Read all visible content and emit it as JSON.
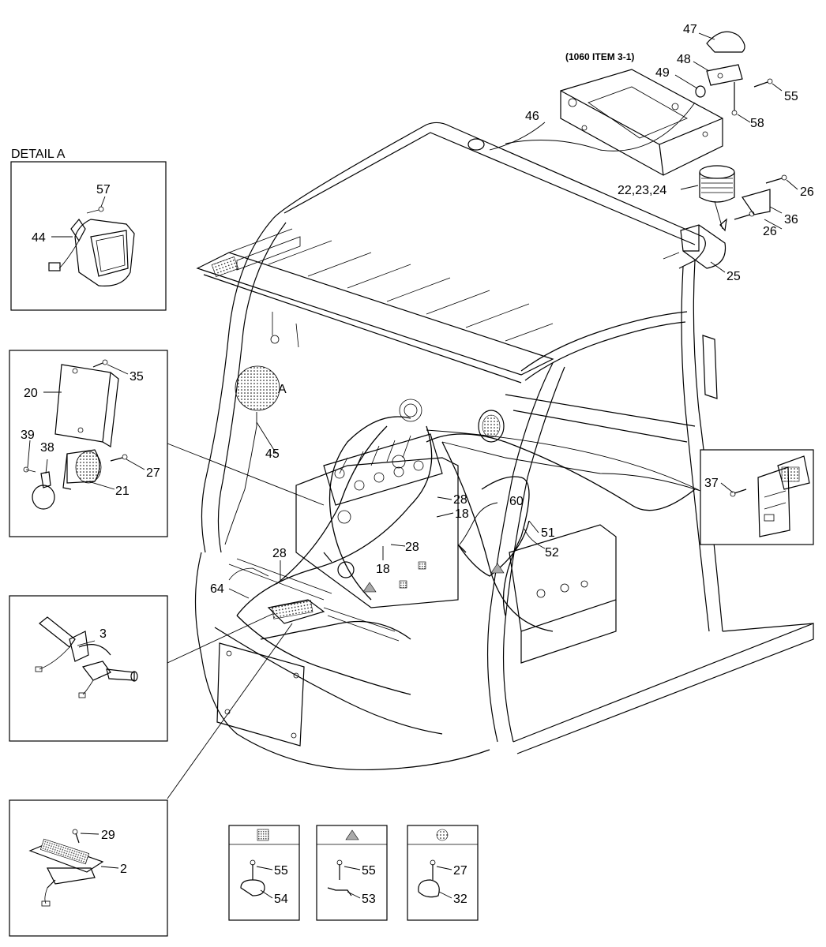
{
  "detail_title": "DETAIL A",
  "reference_note": "(1060 ITEM 3-1)",
  "detail_marker": "A",
  "callouts": {
    "c2": "2",
    "c3": "3",
    "c18a": "18",
    "c18b": "18",
    "c20": "20",
    "c21": "21",
    "c22": "22,23,24",
    "c25": "25",
    "c26a": "26",
    "c26b": "26",
    "c27": "27",
    "c28a": "28",
    "c28b": "28",
    "c28c": "28",
    "c29": "29",
    "c35": "35",
    "c36": "36",
    "c37": "37",
    "c38": "38",
    "c39": "39",
    "c44": "44",
    "c45": "45",
    "c46": "46",
    "c47": "47",
    "c48": "48",
    "c49": "49",
    "c51": "51",
    "c52": "52",
    "c55": "55",
    "c57": "57",
    "c58": "58",
    "c60": "60",
    "c64": "64"
  },
  "legend": [
    {
      "symbol": "square-hatched",
      "top_label": "55",
      "bottom_label": "54"
    },
    {
      "symbol": "triangle",
      "top_label": "55",
      "bottom_label": "53"
    },
    {
      "symbol": "circle-dotted",
      "top_label": "27",
      "bottom_label": "32"
    }
  ]
}
